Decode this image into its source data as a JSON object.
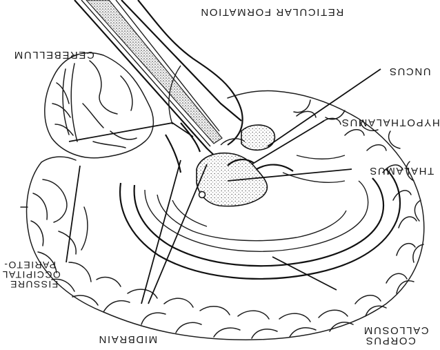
{
  "diagram": {
    "labels": {
      "reticular_formation": "RETICULAR FORMATION",
      "cerebellum": "CEREBELLUM",
      "uncus": "UNCUS",
      "hypothalamus": "HYPOTHALAMUS",
      "thalamus": "THALAMUS",
      "parieto_occipital_line1": "PARIETO-",
      "parieto_occipital_line2": "OCCIPITAL",
      "parieto_occipital_line3": "FISSURE",
      "midbrain": "MIDBRAIN",
      "corpus_callosum_line1": "CORPUS",
      "corpus_callosum_line2": "CALLOSUM"
    },
    "orientation": "rotated 180 degrees (upside down)"
  }
}
